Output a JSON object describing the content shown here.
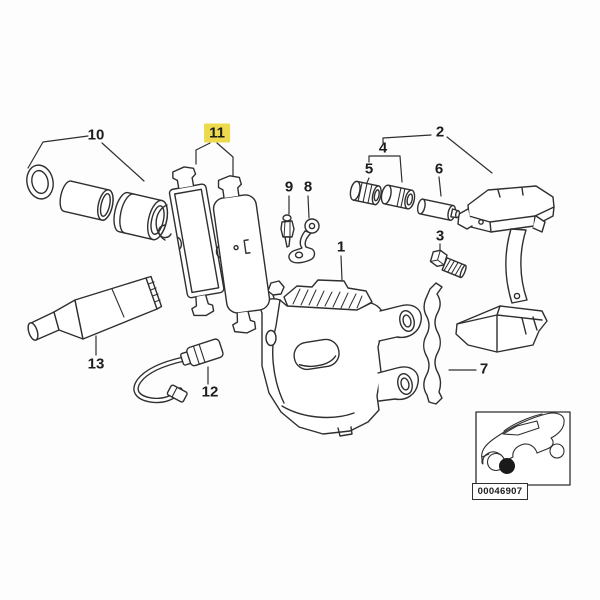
{
  "diagram": {
    "callouts": {
      "c1": "1",
      "c2": "2",
      "c3": "3",
      "c4": "4",
      "c5": "5",
      "c6": "6",
      "c7": "7",
      "c8": "8",
      "c9": "9",
      "c10": "10",
      "c11": "11",
      "c12": "12",
      "c13": "13"
    },
    "highlighted_callout": "11",
    "thumbnail_code": "00046907",
    "colors": {
      "highlight_background": "#ecd94e",
      "line_art": "#2f2f2f",
      "canvas": "#fdfdfd"
    }
  }
}
